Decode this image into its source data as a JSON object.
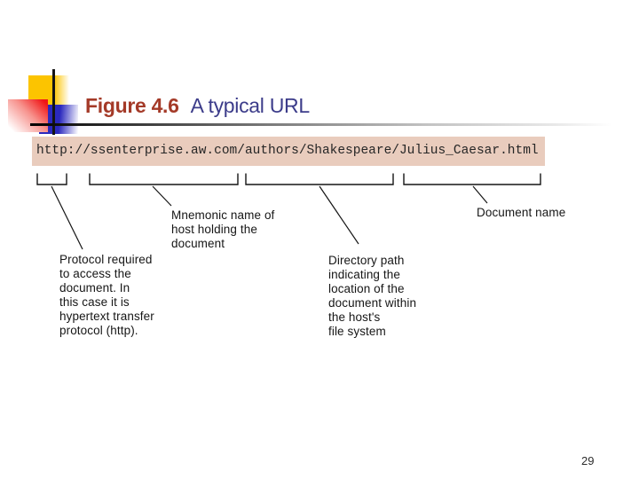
{
  "title": {
    "figure_label": "Figure 4.6",
    "text": "A typical URL"
  },
  "figure": {
    "url": "http://ssenterprise.aw.com/authors/Shakespeare/Julius_Caesar.html",
    "labels": {
      "protocol": "Protocol required\nto access the\ndocument. In\nthis case it is\nhypertext transfer\nprotocol (http).",
      "host": "Mnemonic name of\nhost holding the\ndocument",
      "directory": "Directory path\nindicating the\nlocation of the\ndocument within\nthe host's\nfile system",
      "document": "Document name"
    }
  },
  "page_number": "29",
  "colors": {
    "figure_label_red": "#a43a28",
    "title_blue": "#3c3c8a",
    "url_box_background": "#e9ccbd",
    "decoration_yellow": "#fcc400",
    "decoration_red": "#f01616",
    "decoration_blue": "#2b29be"
  }
}
